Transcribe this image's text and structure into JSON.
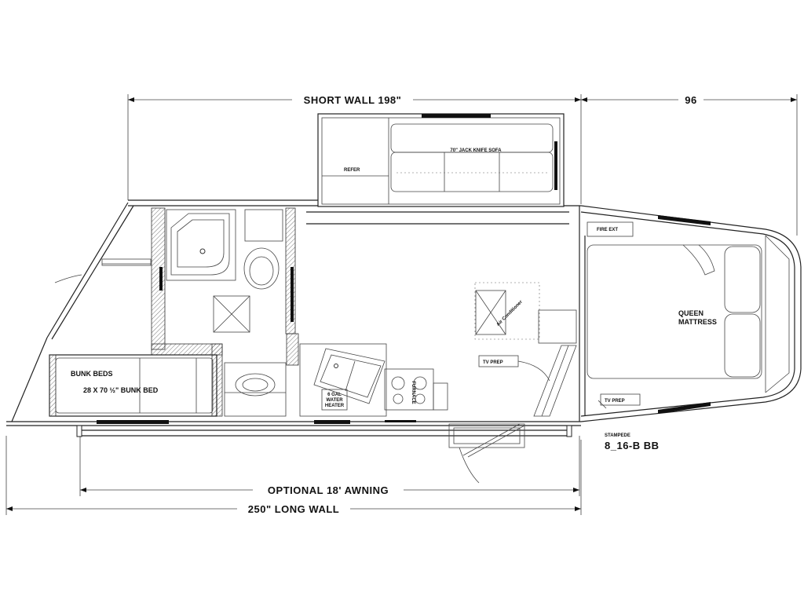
{
  "dimensions": {
    "short_wall": "SHORT WALL 198\"",
    "width": "96",
    "awning": "OPTIONAL 18' AWNING",
    "long_wall": "250\" LONG WALL"
  },
  "labels": {
    "sofa": "70\" JACK KNIFE SOFA",
    "refer": "REFER",
    "bunk_beds": "BUNK BEDS",
    "bunk_size": "28 X 70 ½\" BUNK BED",
    "queen_line1": "QUEEN",
    "queen_line2": "MATTRESS",
    "tv_prep_1": "TV PREP",
    "tv_prep_2": "TV PREP",
    "air_conditioner": "Air Conditioner",
    "water_heater_line1": "6 GAL",
    "water_heater_line2": "WATER",
    "water_heater_line3": "HEATER",
    "furnace": "FURNACE",
    "fire_ext": "FIRE EXT",
    "model_brand": "STAMPEDE",
    "model_number": "8_16-B BB"
  }
}
